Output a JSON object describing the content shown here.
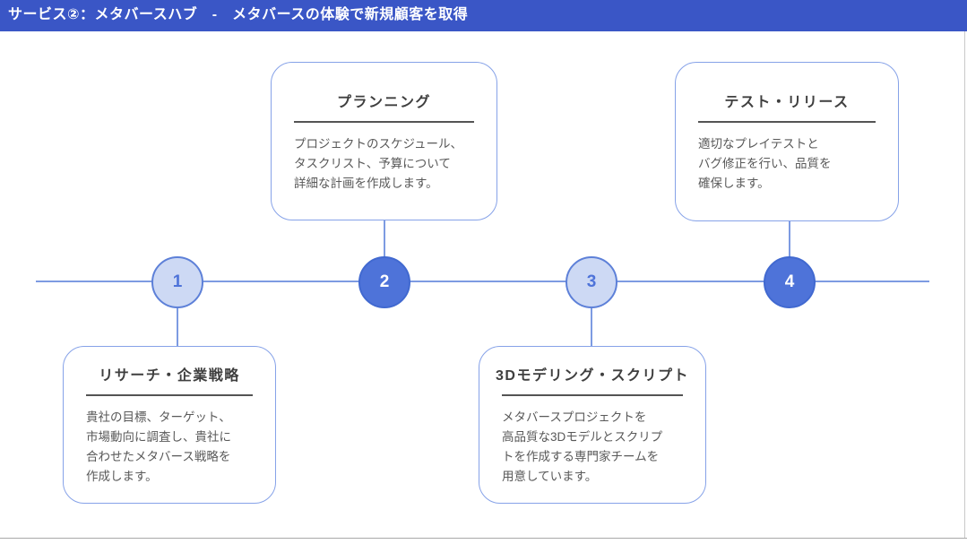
{
  "header": {
    "title": "サービス②：メタバースハブ　-　メタバースの体験で新規顧客を取得"
  },
  "timeline": {
    "steps": [
      {
        "number": "1",
        "style": "light",
        "card_position": "below",
        "title": "リサーチ・企業戦略",
        "description": "貴社の目標、ターゲット、\n市場動向に調査し、貴社に\n合わせたメタバース戦略を\n作成します。"
      },
      {
        "number": "2",
        "style": "dark",
        "card_position": "above",
        "title": "プランニング",
        "description": "プロジェクトのスケジュール、\nタスクリスト、予算について\n詳細な計画を作成します。"
      },
      {
        "number": "3",
        "style": "light",
        "card_position": "below",
        "title": "3Dモデリング・スクリプト",
        "description": "メタバースプロジェクトを\n高品質な3Dモデルとスクリプ\nトを作成する専門家チームを\n用意しています。"
      },
      {
        "number": "4",
        "style": "dark",
        "card_position": "above",
        "title": "テスト・リリース",
        "description": "適切なプレイテストと\nバグ修正を行い、品質を\n確保します。"
      }
    ]
  },
  "colors": {
    "header_bg": "#3a56c6",
    "accent_dark": "#4e73d9",
    "accent_dark_border": "#4169d0",
    "accent_light_fill": "#cdd9f4",
    "accent_light_border": "#5d80d8",
    "line_blue": "#7d9be2",
    "border_blue": "#86a2e8",
    "title_text": "#3f3f3f",
    "divider": "#545454",
    "body_text": "#595959"
  }
}
